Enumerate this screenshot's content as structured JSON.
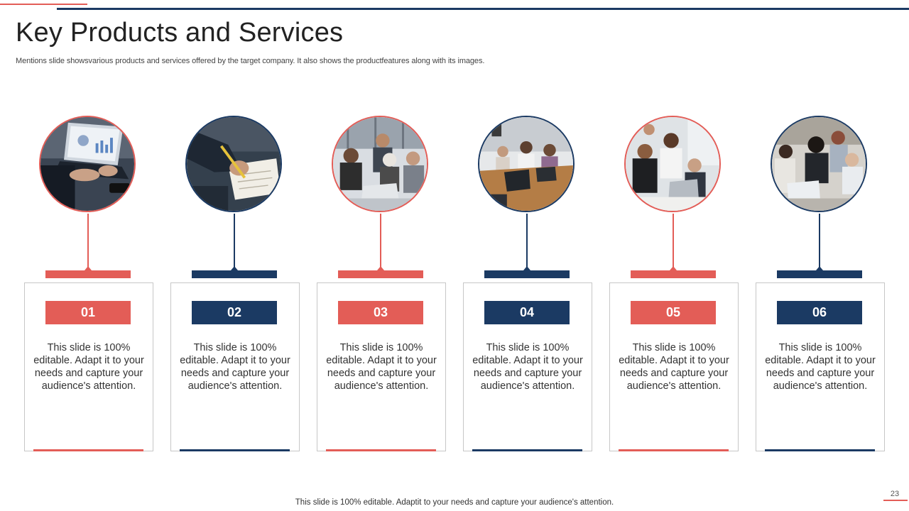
{
  "slide": {
    "title": "Key Products and Services",
    "subtitle": "Mentions slide showsvarious products and services offered by the target company. It also shows the productfeatures along with its images.",
    "footer": "This slide is 100% editable. Adaptit to your needs and capture your audience's attention.",
    "page_number": "23"
  },
  "colors": {
    "accent_red": "#e35d57",
    "accent_navy": "#1b3a63"
  },
  "products": [
    {
      "number": "01",
      "description": "This slide is 100% editable. Adapt it to your needs and capture your audience's attention.",
      "color": "red",
      "photo_icon": "laptop-chart-photo-icon"
    },
    {
      "number": "02",
      "description": "This slide is 100% editable. Adapt it to your needs and capture your audience's attention.",
      "color": "navy",
      "photo_icon": "writing-hand-photo-icon"
    },
    {
      "number": "03",
      "description": "This slide is 100% editable. Adapt it to your needs and capture your audience's attention.",
      "color": "red",
      "photo_icon": "team-laptop-photo-icon"
    },
    {
      "number": "04",
      "description": "This slide is 100% editable. Adapt it to your needs and capture your audience's attention.",
      "color": "navy",
      "photo_icon": "meeting-table-photo-icon"
    },
    {
      "number": "05",
      "description": "This slide is 100% editable. Adapt it to your needs and capture your audience's attention.",
      "color": "red",
      "photo_icon": "group-laptop-photo-icon"
    },
    {
      "number": "06",
      "description": "This slide is 100% editable. Adapt it to your needs and capture your audience's attention.",
      "color": "navy",
      "photo_icon": "young-team-laptop-photo-icon"
    }
  ]
}
